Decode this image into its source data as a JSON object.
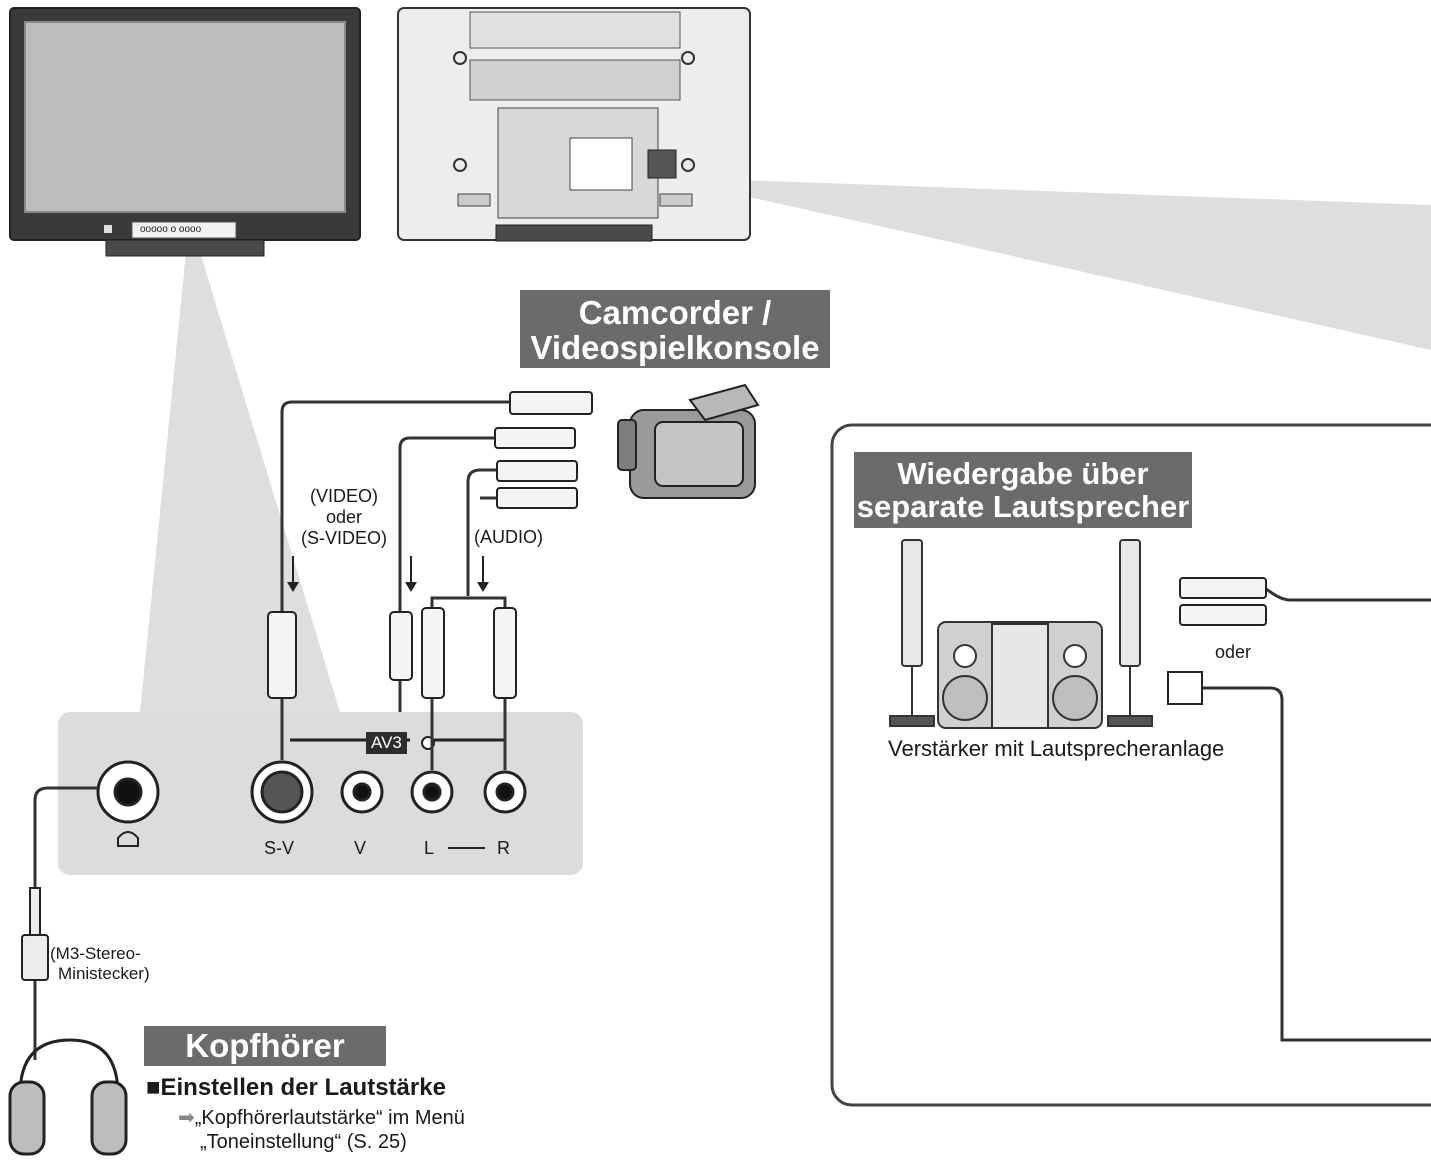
{
  "tv_front": {
    "button_strip": "ooooo  o oooo"
  },
  "camcorder": {
    "title_line1": "Camcorder /",
    "title_line2": "Videospielkonsole"
  },
  "cables": {
    "video_line1": "(VIDEO)",
    "video_line2": "oder",
    "video_line3": "(S-VIDEO)",
    "audio": "(AUDIO)"
  },
  "panel": {
    "av_badge": "AV3",
    "ports": {
      "sv": "S-V",
      "v": "V",
      "l": "L",
      "r": "R"
    }
  },
  "headphone_plug": {
    "line1": "(M3-Stereo-",
    "line2": "Ministecker)"
  },
  "headphones": {
    "title": "Kopfhörer",
    "heading": "Einstellen der Lautstärke",
    "line1": "„Kopfhörerlautstärke“ im Menü",
    "line2": "„Toneinstellung“ (S. 25)"
  },
  "speakers": {
    "title_line1": "Wiedergabe über",
    "title_line2": "separate Lautsprecher",
    "oder": "oder",
    "caption": "Verstärker mit Lautsprecheranlage"
  },
  "colors": {
    "tag_bg": "#6b6b6b",
    "panel_bg": "#dcdcdc",
    "beam": "#dedede",
    "outline": "#333333"
  }
}
